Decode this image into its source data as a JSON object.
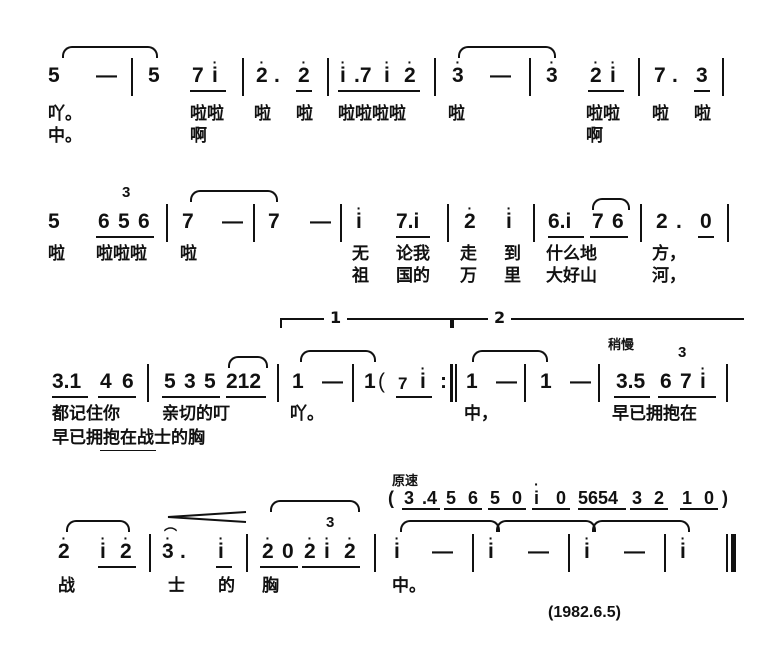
{
  "score": {
    "line1": {
      "notes": [
        "5",
        "—",
        "5",
        "7",
        "i",
        "2",
        ".",
        "2",
        "i",
        ".7",
        "i",
        "2",
        "3",
        "—",
        "3",
        "2",
        "i",
        "7",
        ".",
        "3"
      ],
      "lyrics1": [
        "吖。",
        "啦啦",
        "啦",
        "啦",
        "啦啦啦啦",
        "啦",
        "啦啦",
        "啦",
        "啦"
      ],
      "lyrics2": [
        "中。",
        "啊",
        "啊"
      ]
    },
    "line2": {
      "notes": [
        "5",
        "6",
        "5",
        "6",
        "7",
        "—",
        "7",
        "—",
        "i",
        "7.i",
        "2",
        "i",
        "6.i",
        "7",
        "6",
        "2",
        ".",
        "0"
      ],
      "triplet_label": "3",
      "lyrics1": [
        "啦",
        "啦啦啦",
        "啦",
        "无",
        "论我",
        "走",
        "到",
        "什么地",
        "方，"
      ],
      "lyrics2": [
        "祖",
        "国的",
        "万",
        "里",
        "大好山",
        "河，"
      ]
    },
    "line3": {
      "volta1": "1",
      "volta2": "2",
      "tempo_mark": "稍慢",
      "triplet_label": "3",
      "notes": [
        "3.1",
        "4",
        "6",
        "5",
        "3",
        "5",
        "212",
        "1",
        "—",
        "1",
        "(",
        "7",
        "i",
        ":",
        "1",
        "—",
        "1",
        "—",
        "3.5",
        "6",
        "7",
        "i"
      ],
      "lyrics1": [
        "都记住你",
        "亲切的叮",
        "吖。",
        "中，",
        "早已拥抱在"
      ],
      "lyrics2": [
        "早已拥抱在战士的胸"
      ]
    },
    "line4": {
      "tempo_mark": "原速",
      "accompaniment": [
        "(",
        "3",
        ".4",
        "5",
        "6",
        "5",
        "0",
        "i",
        "0",
        "5654",
        "3",
        "2",
        "1",
        "0",
        ")"
      ],
      "triplet_label": "3",
      "notes": [
        "2",
        "i",
        "2",
        "3",
        ".",
        "i",
        "2",
        "0",
        "2",
        "i",
        "2",
        "i",
        "—",
        "i",
        "—",
        "i",
        "—",
        "i"
      ],
      "lyrics1": [
        "战",
        "士",
        "的",
        "胸",
        "中。"
      ]
    },
    "date": "(1982.6.5)"
  }
}
